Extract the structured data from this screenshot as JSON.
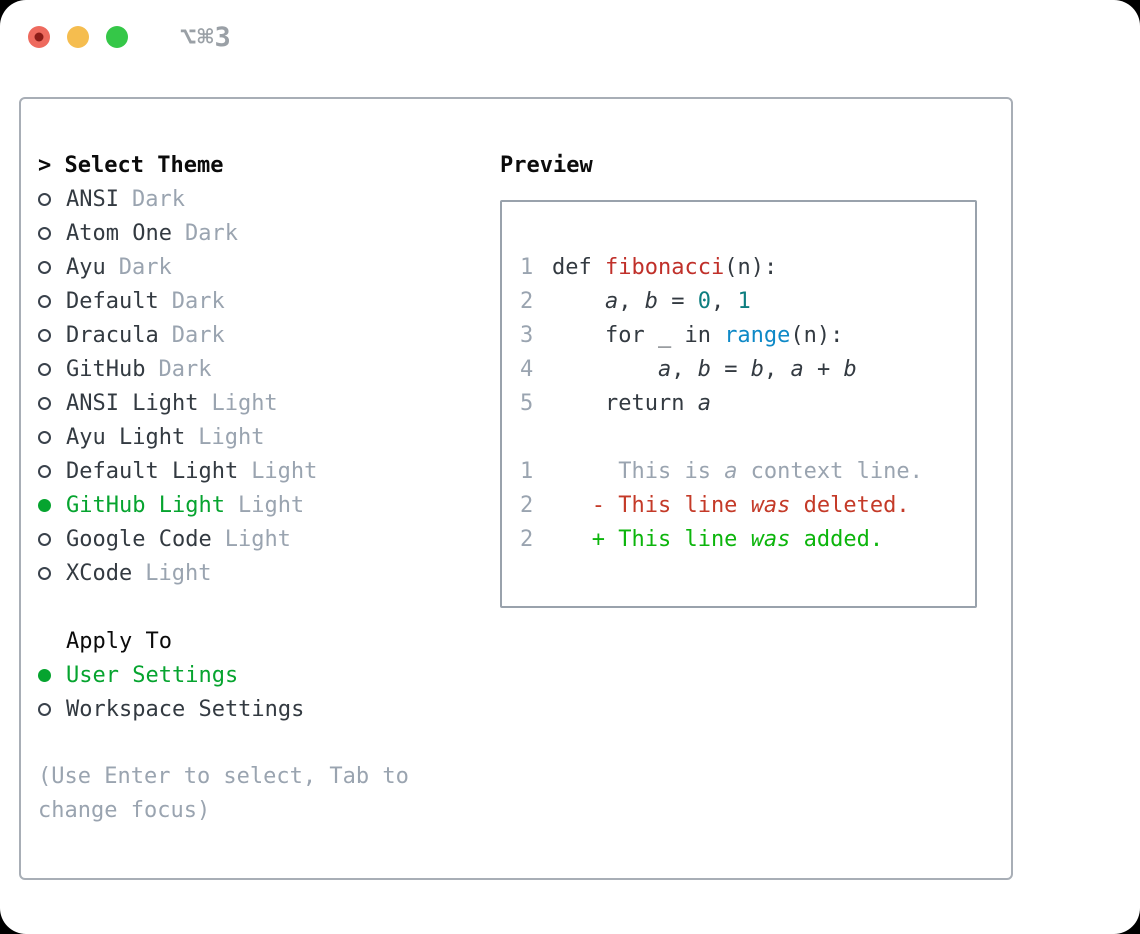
{
  "colors": {
    "text": "#333a41",
    "header": "#0b0b0b",
    "gray": "#9aa4b0",
    "green": "#06a42f",
    "red": "#c0302a",
    "teal": "#0e7e80",
    "blue": "#0e89c7",
    "dred": "#c43a28",
    "dgreen": "#0cb50c",
    "panel_border": "#a8aeb6",
    "preview_border": "#99a2ac",
    "title_gray": "#9aa0a6",
    "traffic_red": "#ee6a5e",
    "traffic_red_dot": "#8c1d18",
    "traffic_yellow": "#f5bd4f",
    "traffic_green": "#35c748"
  },
  "window": {
    "title_shortcut": "⌥⌘3"
  },
  "theme_panel": {
    "header_prefix": "> ",
    "header": "Select Theme",
    "items": [
      {
        "name": "ANSI",
        "tag": "Dark",
        "selected": false
      },
      {
        "name": "Atom One",
        "tag": "Dark",
        "selected": false
      },
      {
        "name": "Ayu",
        "tag": "Dark",
        "selected": false
      },
      {
        "name": "Default",
        "tag": "Dark",
        "selected": false
      },
      {
        "name": "Dracula",
        "tag": "Dark",
        "selected": false
      },
      {
        "name": "GitHub",
        "tag": "Dark",
        "selected": false
      },
      {
        "name": "ANSI Light",
        "tag": "Light",
        "selected": false
      },
      {
        "name": "Ayu Light",
        "tag": "Light",
        "selected": false
      },
      {
        "name": "Default Light",
        "tag": "Light",
        "selected": false
      },
      {
        "name": "GitHub Light",
        "tag": "Light",
        "selected": true
      },
      {
        "name": "Google Code",
        "tag": "Light",
        "selected": false
      },
      {
        "name": "XCode",
        "tag": "Light",
        "selected": false
      }
    ],
    "apply_to": {
      "header": "Apply To",
      "items": [
        {
          "name": "User Settings",
          "selected": true
        },
        {
          "name": "Workspace Settings",
          "selected": false
        }
      ]
    },
    "hint": "(Use Enter to select, Tab to change focus)"
  },
  "preview": {
    "header": "Preview",
    "code_lines": [
      {
        "num": "1",
        "segments": [
          {
            "t": "def ",
            "c": "text"
          },
          {
            "t": "fibonacci",
            "c": "red"
          },
          {
            "t": "(n):",
            "c": "text"
          }
        ]
      },
      {
        "num": "2",
        "segments": [
          {
            "t": "    ",
            "c": "text"
          },
          {
            "t": "a",
            "c": "text",
            "i": true
          },
          {
            "t": ", ",
            "c": "text"
          },
          {
            "t": "b",
            "c": "text",
            "i": true
          },
          {
            "t": " = ",
            "c": "text"
          },
          {
            "t": "0",
            "c": "teal"
          },
          {
            "t": ", ",
            "c": "text"
          },
          {
            "t": "1",
            "c": "teal"
          }
        ]
      },
      {
        "num": "3",
        "segments": [
          {
            "t": "    for _ in ",
            "c": "text"
          },
          {
            "t": "range",
            "c": "blue"
          },
          {
            "t": "(n):",
            "c": "text"
          }
        ]
      },
      {
        "num": "4",
        "segments": [
          {
            "t": "        ",
            "c": "text"
          },
          {
            "t": "a",
            "c": "text",
            "i": true
          },
          {
            "t": ", ",
            "c": "text"
          },
          {
            "t": "b",
            "c": "text",
            "i": true
          },
          {
            "t": " = ",
            "c": "text"
          },
          {
            "t": "b",
            "c": "text",
            "i": true
          },
          {
            "t": ", ",
            "c": "text"
          },
          {
            "t": "a",
            "c": "text",
            "i": true
          },
          {
            "t": " + ",
            "c": "text"
          },
          {
            "t": "b",
            "c": "text",
            "i": true
          }
        ]
      },
      {
        "num": "5",
        "segments": [
          {
            "t": "    return ",
            "c": "text"
          },
          {
            "t": "a",
            "c": "text",
            "i": true
          }
        ]
      }
    ],
    "diff_lines": [
      {
        "num": "1",
        "segments": [
          {
            "t": "     This is ",
            "c": "gray"
          },
          {
            "t": "a",
            "c": "gray",
            "i": true
          },
          {
            "t": " context line.",
            "c": "gray"
          }
        ]
      },
      {
        "num": "2",
        "segments": [
          {
            "t": "   - This line ",
            "c": "dred"
          },
          {
            "t": "was",
            "c": "dred",
            "i": true
          },
          {
            "t": " deleted.",
            "c": "dred"
          }
        ]
      },
      {
        "num": "2",
        "segments": [
          {
            "t": "   + This line ",
            "c": "dgreen"
          },
          {
            "t": "was",
            "c": "dgreen",
            "i": true
          },
          {
            "t": " added.",
            "c": "dgreen"
          }
        ]
      }
    ]
  }
}
